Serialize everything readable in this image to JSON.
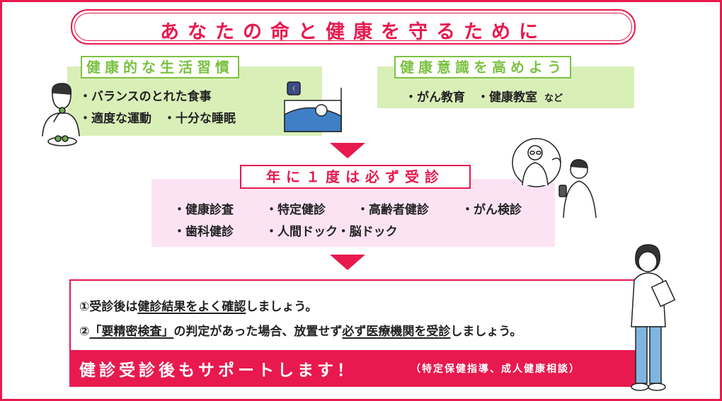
{
  "title": "あなたの命と健康を守るために",
  "habits": {
    "label": "健康的な生活習慣",
    "line1": "・バランスのとれた食事",
    "line2": "・適度な運動　・十分な睡眠"
  },
  "awareness": {
    "label": "健康意識を高めよう",
    "items": "・がん教育　・健康教室",
    "note": "など"
  },
  "checkup": {
    "label": "年に１度は必ず受診",
    "row1": [
      "・健康診査",
      "・特定健診",
      "・高齢者健診",
      "・がん検診"
    ],
    "row2": [
      "・歯科健診",
      "・人間ドック・脳ドック"
    ]
  },
  "after": {
    "line1_a": "①受診後は",
    "line1_u": "健診結果をよく確認",
    "line1_b": "しましょう。",
    "line2_a": "②",
    "line2_u1": "「要精密検査」",
    "line2_b": "の判定があった場合、放置せず",
    "line2_u2": "必ず医療機関を受診",
    "line2_c": "しましょう。",
    "support": "健診受診後もサポートします！",
    "support_sub": "（特定保健指導、成人健康相談）"
  },
  "colors": {
    "accent": "#e8194e",
    "green": "#7cc242",
    "green_bg": "#d9efb8",
    "pink_bg": "#fce3f3"
  }
}
